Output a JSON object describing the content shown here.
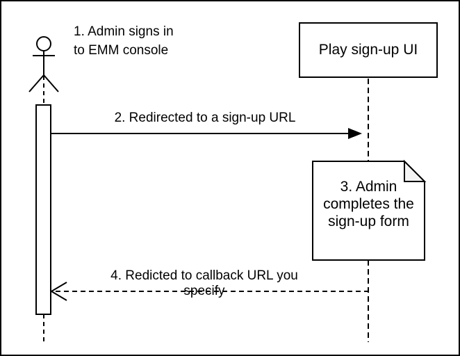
{
  "diagram": {
    "type": "sequence-diagram",
    "actor_annotation": "1. Admin signs in\nto EMM console",
    "participant_label": "Play sign-up UI",
    "messages": {
      "msg2": "2. Redirected to a sign-up URL",
      "msg4": "4. Redicted to callback URL you specify"
    },
    "note_text": "3. Admin\ncompletes the\nsign-up form",
    "colors": {
      "stroke": "#000000",
      "background": "#ffffff",
      "note_fold_fill": "#f5f5f5"
    }
  }
}
